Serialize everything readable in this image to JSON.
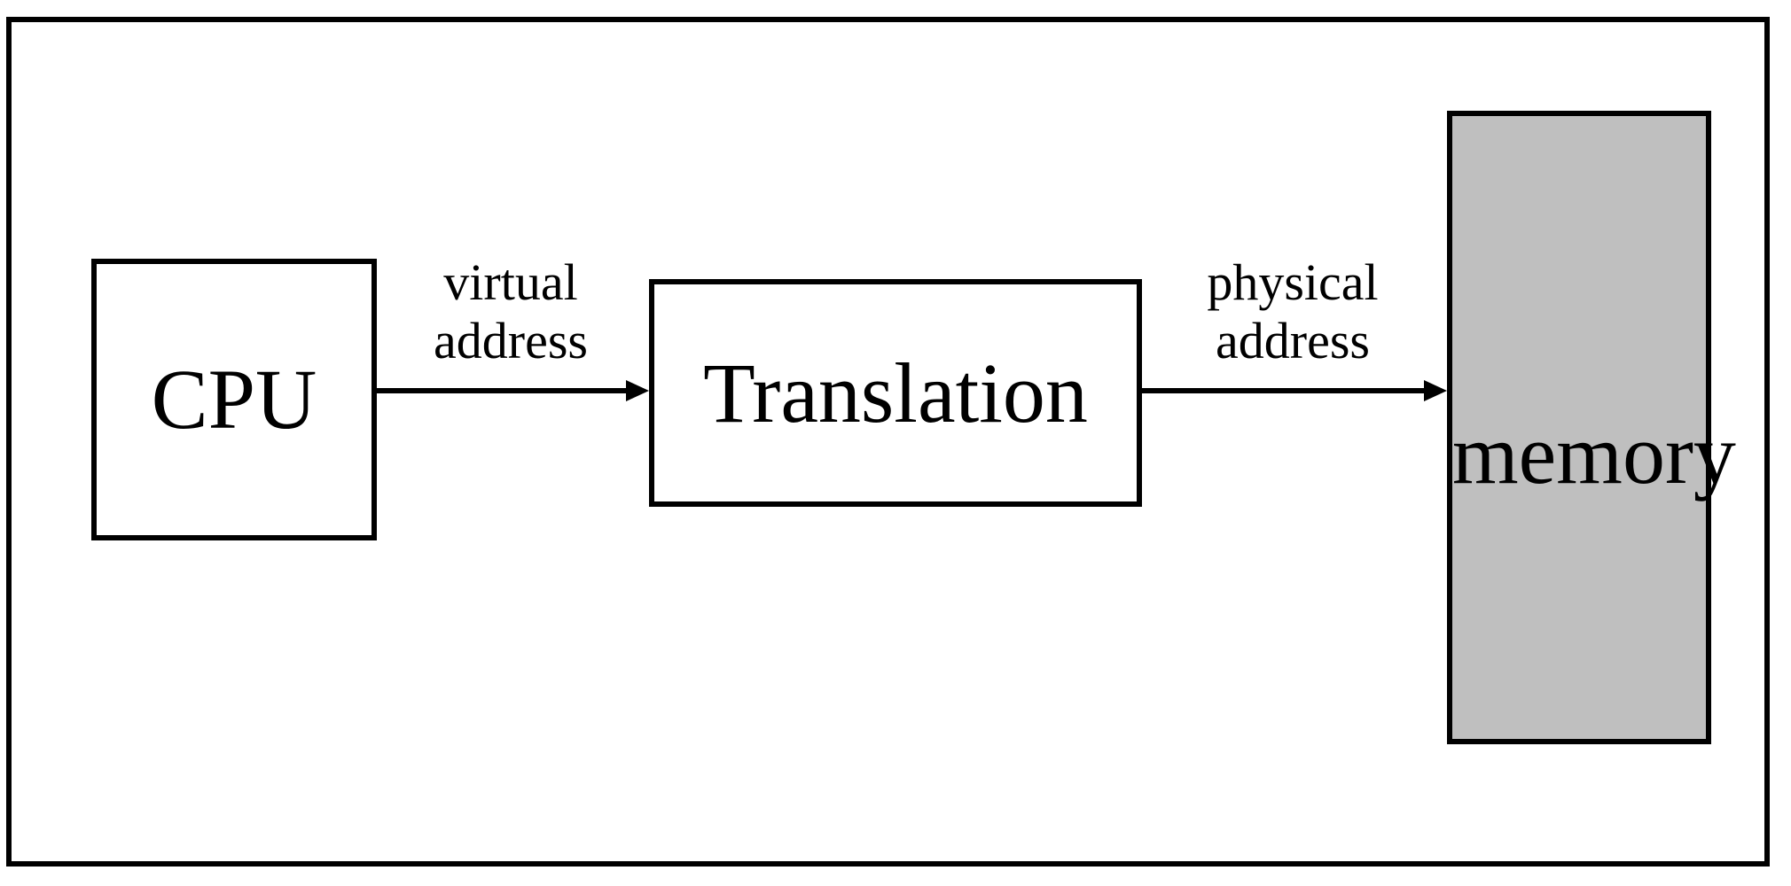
{
  "diagram": {
    "title": "virtual memory address translation",
    "frame": {
      "name": "outer-frame",
      "border_color": "#000000"
    },
    "nodes": [
      {
        "id": "cpu",
        "label": "CPU",
        "shape": "rectangle",
        "fill": "#ffffff",
        "stroke": "#000000"
      },
      {
        "id": "translation",
        "label": "Translation",
        "shape": "rectangle",
        "fill": "#ffffff",
        "stroke": "#000000"
      },
      {
        "id": "memory",
        "label": "memory",
        "shape": "rectangle",
        "fill": "#bfbfbf",
        "stroke": "#000000"
      }
    ],
    "edges": [
      {
        "id": "cpu-to-translation",
        "from": "cpu",
        "to": "translation",
        "label_line1": "virtual",
        "label_line2": "address",
        "arrowhead": "solid-triangle",
        "color": "#000000"
      },
      {
        "id": "translation-to-memory",
        "from": "translation",
        "to": "memory",
        "label_line1": "physical",
        "label_line2": "address",
        "arrowhead": "solid-triangle",
        "color": "#000000"
      }
    ]
  }
}
